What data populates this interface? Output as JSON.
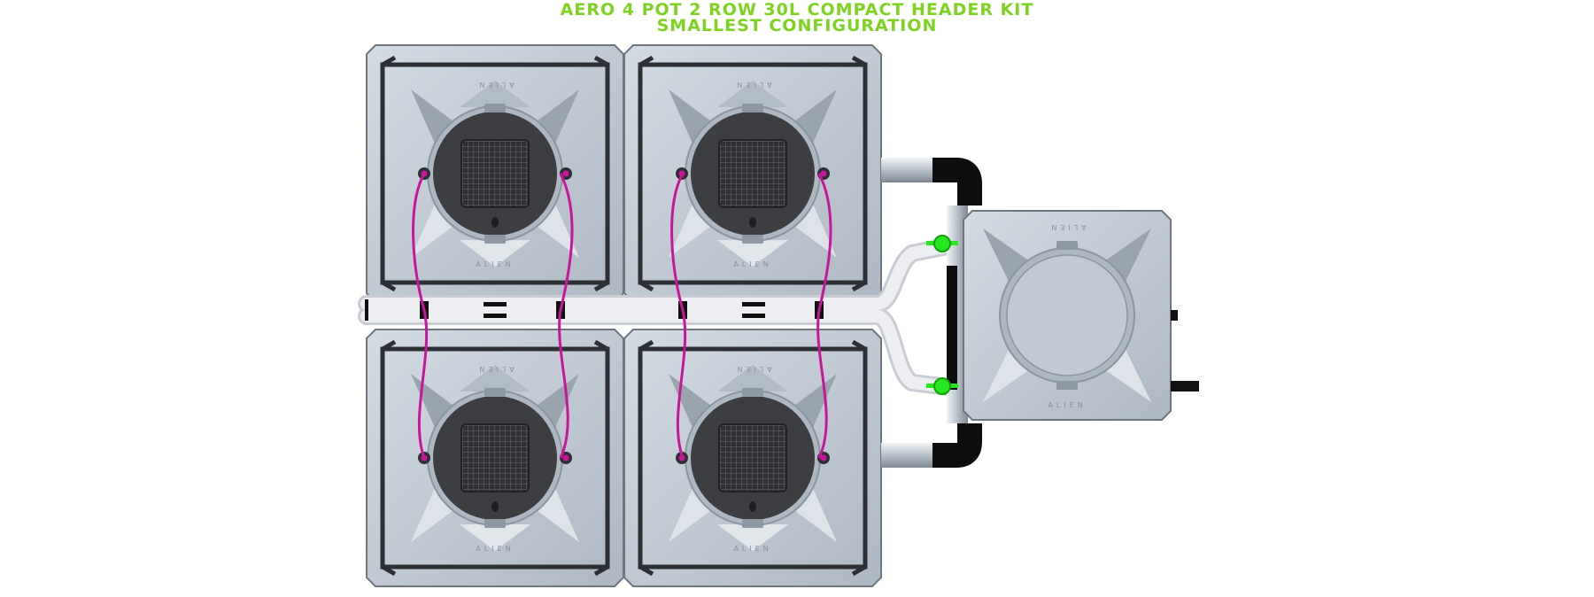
{
  "title": {
    "line1": "AERO 4 POT 2 ROW 30L COMPACT HEADER KIT",
    "line2": "SMALLEST CONFIGURATION"
  },
  "colors": {
    "title": "#7ed321",
    "pot_body": "#c5ced8",
    "pot_border": "#6f767e",
    "net_pot": "#3c3e42",
    "pipe_purple": "#c8169c",
    "valve_green": "#27e61f",
    "pvc_black": "#0d0d0d",
    "header_tube": "#e6e6ea"
  },
  "brand_mark": "ALIEN",
  "pots": [
    {
      "name": "pot-top-left",
      "row": 1,
      "col": 1
    },
    {
      "name": "pot-top-right",
      "row": 1,
      "col": 2
    },
    {
      "name": "pot-bottom-left",
      "row": 2,
      "col": 1
    },
    {
      "name": "pot-bottom-right",
      "row": 2,
      "col": 2
    }
  ],
  "reservoir": {
    "name": "control-reservoir",
    "lid": "round-lid"
  }
}
